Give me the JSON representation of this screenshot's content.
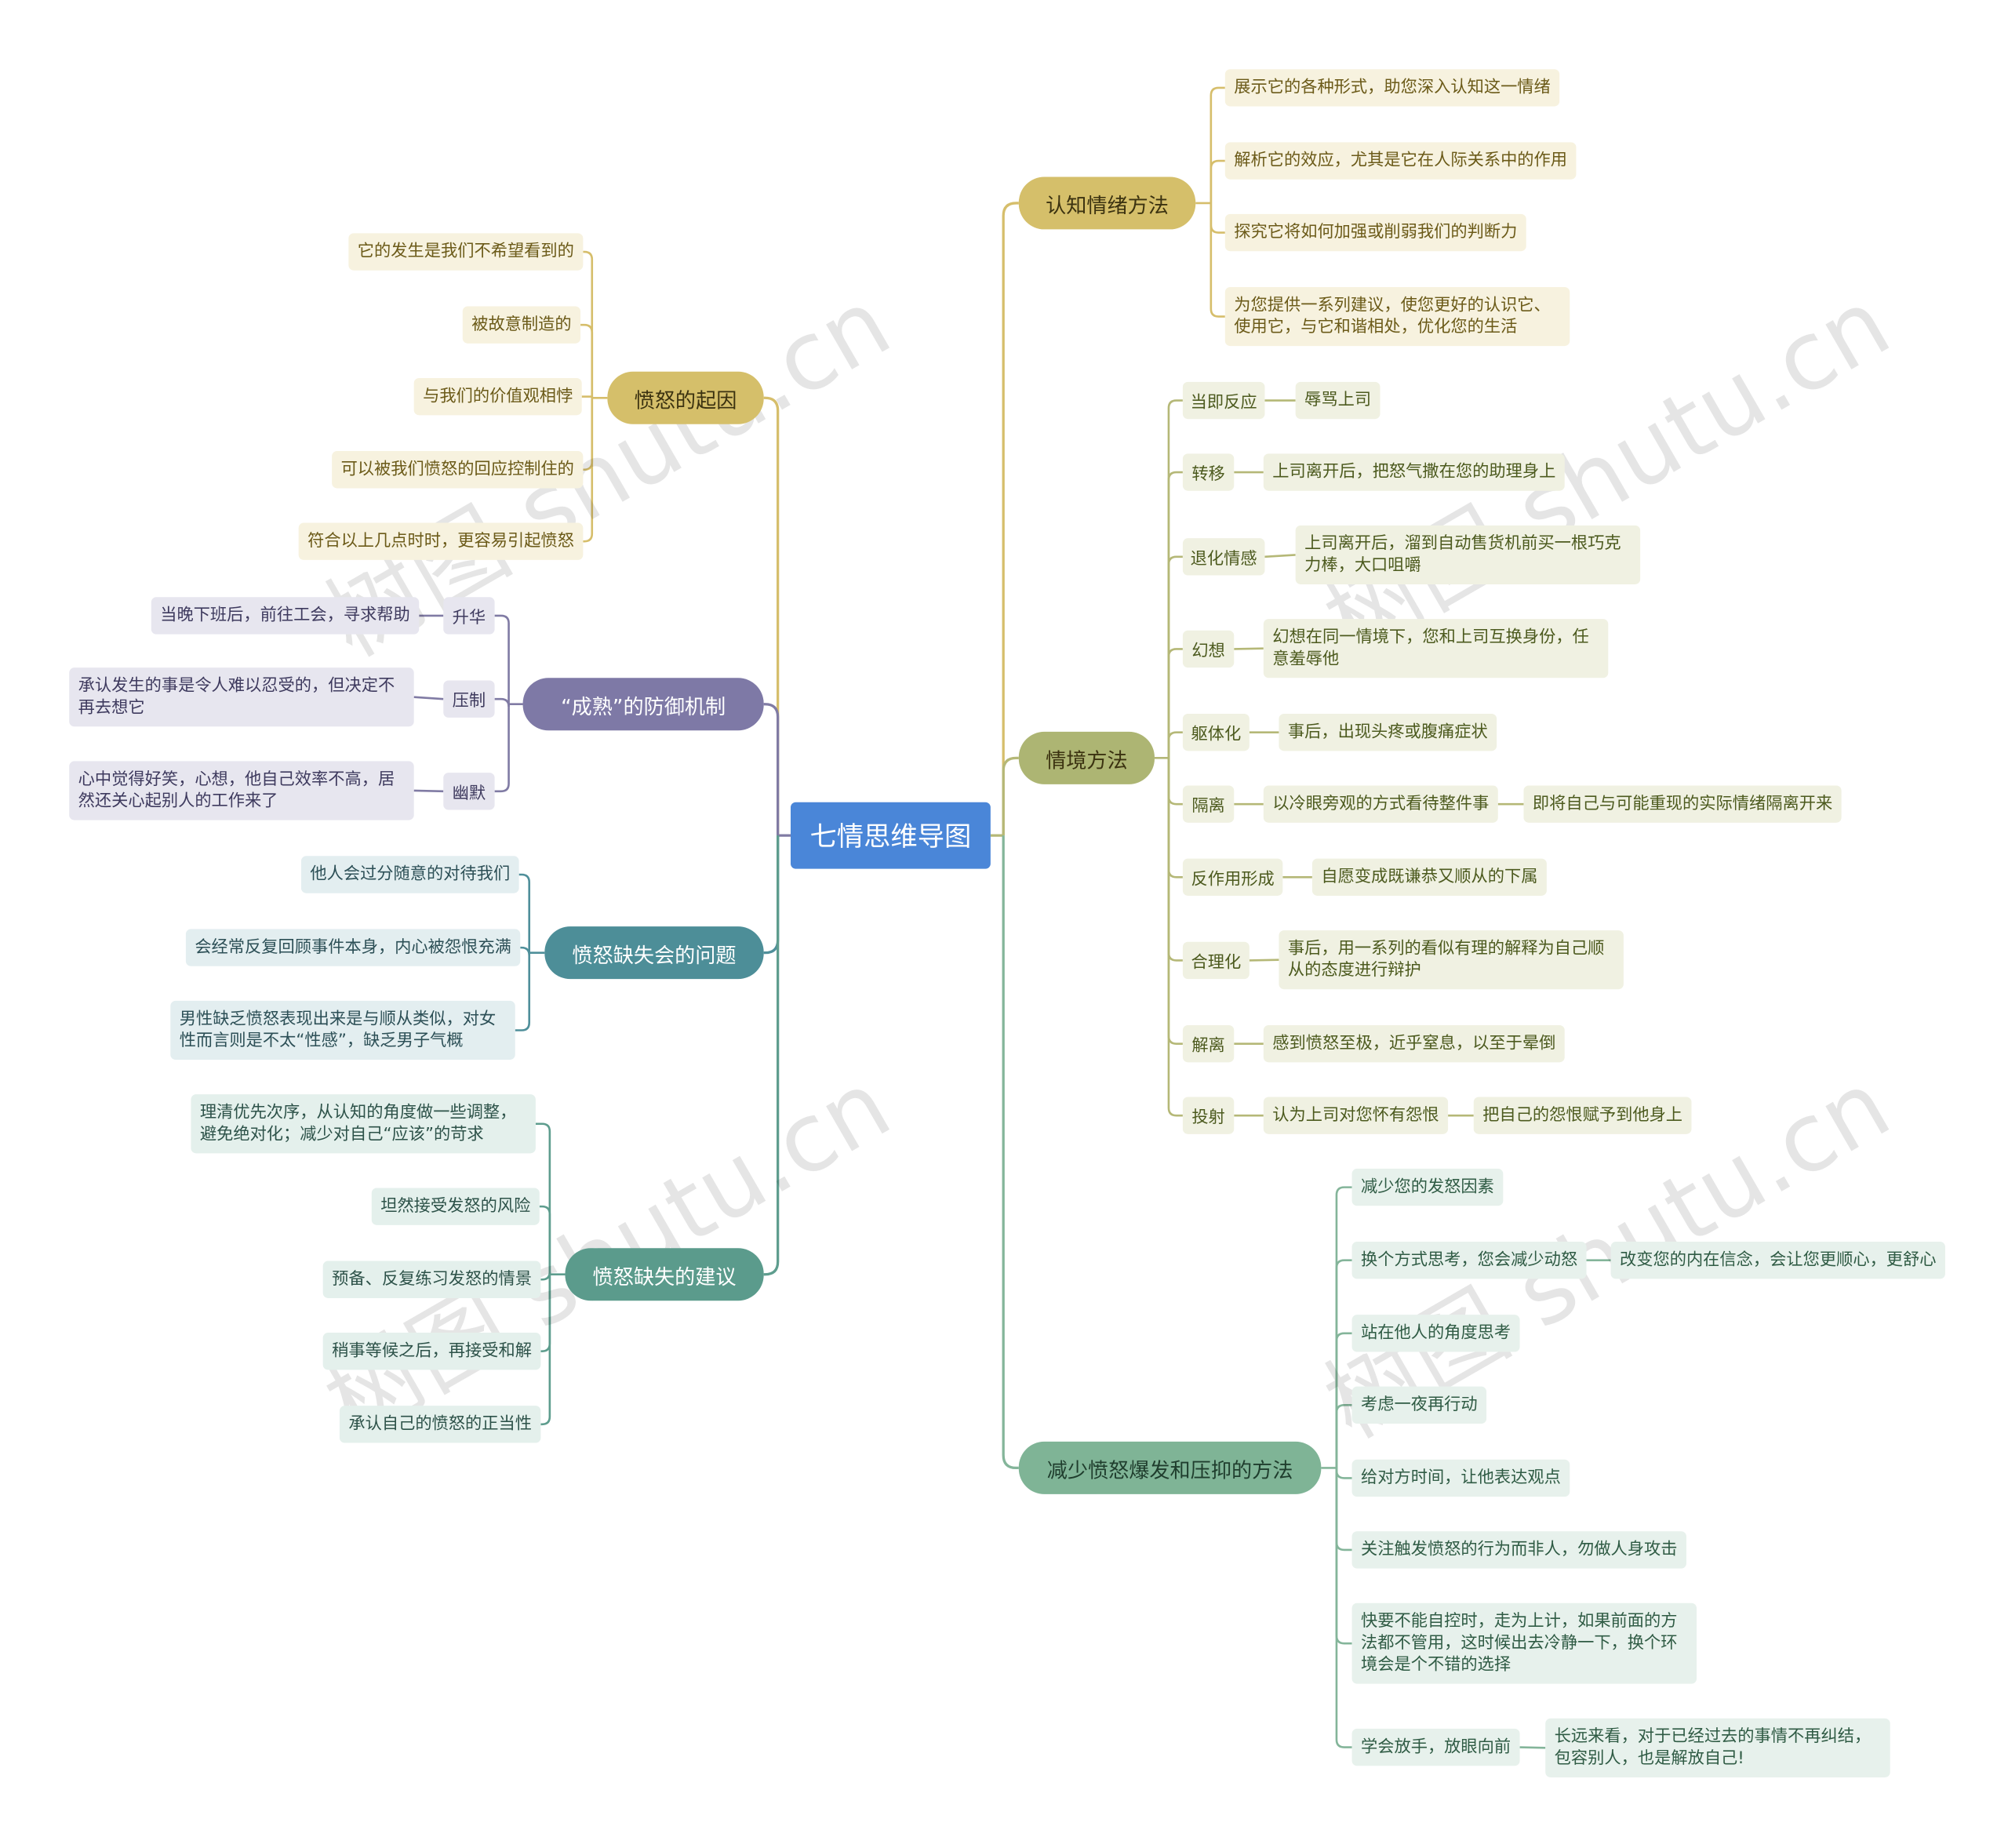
{
  "root": {
    "label": "七情思维导图"
  },
  "colors": {
    "root": "#4a86d8",
    "gold": "#d5bf6a",
    "gold_leaf": "#f7f2df",
    "gold_line": "#d6be6b",
    "olive": "#adb573",
    "olive_leaf": "#f0f1e2",
    "olive_line": "#b5b877",
    "green": "#7fb496",
    "green_leaf": "#e7f1ec",
    "green_line": "#84b59a",
    "purple": "#7e79a6",
    "purple_leaf": "#e7e6ef",
    "purple_line": "#807ba4",
    "teal": "#4d8e98",
    "teal_leaf": "#e3eef0",
    "teal_line": "#4f8f9a",
    "sea": "#5b9b8c",
    "sea_leaf": "#e4f0ec",
    "sea_line": "#5e9d8e"
  },
  "branches": [
    {
      "label": "认知情绪方法",
      "theme": "gold",
      "children": [
        {
          "label": "展示它的各种形式，助您深入认知这一情绪"
        },
        {
          "label": "解析它的效应，尤其是它在人际关系中的作用"
        },
        {
          "label": "探究它将如何加强或削弱我们的判断力"
        },
        {
          "label": "为您提供一系列建议，使您更好的认识它、使用它，与它和谐相处，优化您的生活"
        }
      ]
    },
    {
      "label": "情境方法",
      "theme": "olive",
      "children": [
        {
          "label": "当即反应",
          "children": [
            {
              "label": "辱骂上司"
            }
          ]
        },
        {
          "label": "转移",
          "children": [
            {
              "label": "上司离开后，把怒气撒在您的助理身上"
            }
          ]
        },
        {
          "label": "退化情感",
          "children": [
            {
              "label": "上司离开后，溜到自动售货机前买一根巧克力棒，大口咀嚼"
            }
          ]
        },
        {
          "label": "幻想",
          "children": [
            {
              "label": "幻想在同一情境下，您和上司互换身份，任意羞辱他"
            }
          ]
        },
        {
          "label": "躯体化",
          "children": [
            {
              "label": "事后，出现头疼或腹痛症状"
            }
          ]
        },
        {
          "label": "隔离",
          "children": [
            {
              "label": "以冷眼旁观的方式看待整件事",
              "children": [
                {
                  "label": "即将自己与可能重现的实际情绪隔离开来"
                }
              ]
            }
          ]
        },
        {
          "label": "反作用形成",
          "children": [
            {
              "label": "自愿变成既谦恭又顺从的下属"
            }
          ]
        },
        {
          "label": "合理化",
          "children": [
            {
              "label": "事后，用一系列的看似有理的解释为自己顺从的态度进行辩护"
            }
          ]
        },
        {
          "label": "解离",
          "children": [
            {
              "label": "感到愤怒至极，近乎窒息，以至于晕倒"
            }
          ]
        },
        {
          "label": "投射",
          "children": [
            {
              "label": "认为上司对您怀有怨恨",
              "children": [
                {
                  "label": "把自己的怨恨赋予到他身上"
                }
              ]
            }
          ]
        }
      ]
    },
    {
      "label": "减少愤怒爆发和压抑的方法",
      "theme": "green",
      "children": [
        {
          "label": "减少您的发怒因素"
        },
        {
          "label": "换个方式思考，您会减少动怒",
          "children": [
            {
              "label": "改变您的内在信念，会让您更顺心，更舒心"
            }
          ]
        },
        {
          "label": "站在他人的角度思考"
        },
        {
          "label": "考虑一夜再行动"
        },
        {
          "label": "给对方时间，让他表达观点"
        },
        {
          "label": "关注触发愤怒的行为而非人，勿做人身攻击"
        },
        {
          "label": "快要不能自控时，走为上计，如果前面的方法都不管用，这时候出去冷静一下，换个环境会是个不错的选择"
        },
        {
          "label": "学会放手，放眼向前",
          "children": [
            {
              "label": "长远来看，对于已经过去的事情不再纠结，包容别人，也是解放自己!"
            }
          ]
        }
      ]
    },
    {
      "label": "愤怒的起因",
      "theme": "gold",
      "children": [
        {
          "label": "它的发生是我们不希望看到的"
        },
        {
          "label": "被故意制造的"
        },
        {
          "label": "与我们的价值观相悖"
        },
        {
          "label": "可以被我们愤怒的回应控制住的"
        },
        {
          "label": "符合以上几点时时，更容易引起愤怒"
        }
      ]
    },
    {
      "label": "“成熟”的防御机制",
      "theme": "purple",
      "children": [
        {
          "label": "升华",
          "children": [
            {
              "label": "当晚下班后，前往工会，寻求帮助"
            }
          ]
        },
        {
          "label": "压制",
          "children": [
            {
              "label": "承认发生的事是令人难以忍受的，但决定不再去想它"
            }
          ]
        },
        {
          "label": "幽默",
          "children": [
            {
              "label": "心中觉得好笑，心想，他自己效率不高，居然还关心起别人的工作来了"
            }
          ]
        }
      ]
    },
    {
      "label": "愤怒缺失会的问题",
      "theme": "teal",
      "children": [
        {
          "label": "他人会过分随意的对待我们"
        },
        {
          "label": "会经常反复回顾事件本身，内心被怨恨充满"
        },
        {
          "label": "男性缺乏愤怒表现出来是与顺从类似，对女性而言则是不太“性感”，缺乏男子气概"
        }
      ]
    },
    {
      "label": "愤怒缺失的建议",
      "theme": "sea",
      "children": [
        {
          "label": "理清优先次序，从认知的角度做一些调整，避免绝对化；减少对自己“应该”的苛求"
        },
        {
          "label": "坦然接受发怒的风险"
        },
        {
          "label": "预备、反复练习发怒的情景"
        },
        {
          "label": "稍事等候之后，再接受和解"
        },
        {
          "label": "承认自己的愤怒的正当性"
        }
      ]
    }
  ],
  "watermark": {
    "text": "树图 shutu.cn"
  }
}
